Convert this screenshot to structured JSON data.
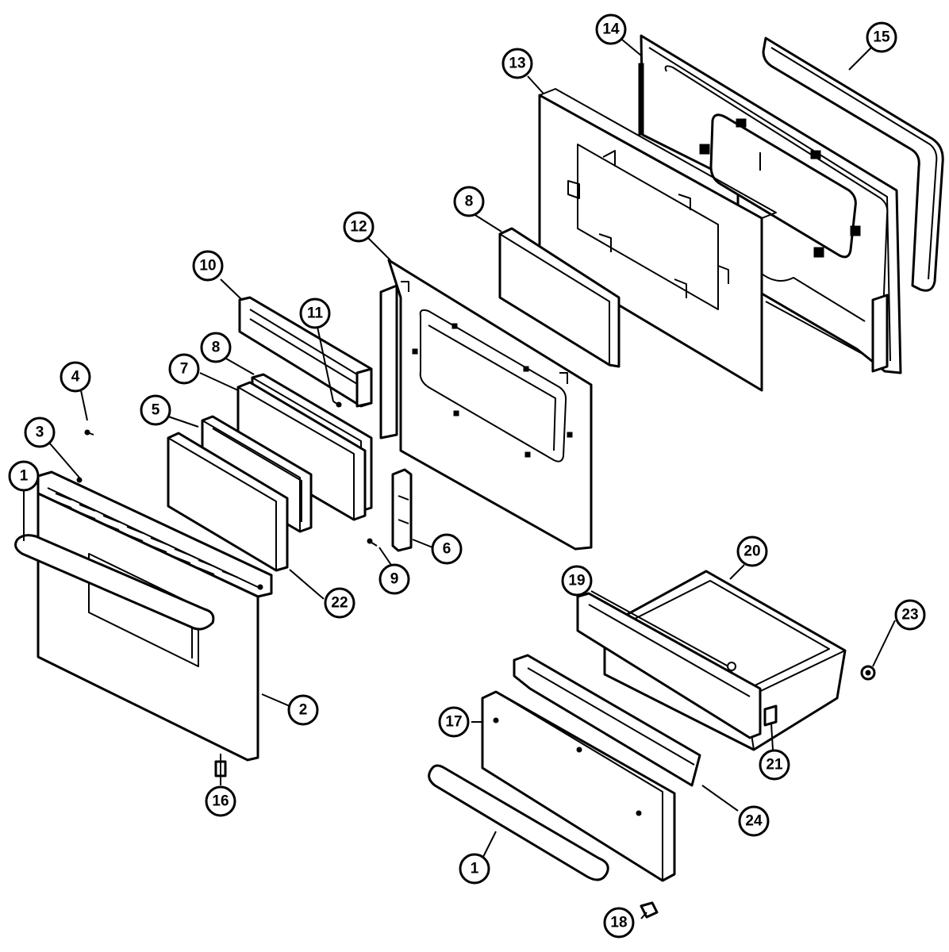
{
  "callouts": [
    {
      "id": "c1a",
      "label": "1"
    },
    {
      "id": "c1b",
      "label": "1"
    },
    {
      "id": "c2",
      "label": "2"
    },
    {
      "id": "c3",
      "label": "3"
    },
    {
      "id": "c4",
      "label": "4"
    },
    {
      "id": "c5",
      "label": "5"
    },
    {
      "id": "c6",
      "label": "6"
    },
    {
      "id": "c7",
      "label": "7"
    },
    {
      "id": "c8a",
      "label": "8"
    },
    {
      "id": "c8b",
      "label": "8"
    },
    {
      "id": "c9",
      "label": "9"
    },
    {
      "id": "c10",
      "label": "10"
    },
    {
      "id": "c11",
      "label": "11"
    },
    {
      "id": "c12",
      "label": "12"
    },
    {
      "id": "c13",
      "label": "13"
    },
    {
      "id": "c14",
      "label": "14"
    },
    {
      "id": "c15",
      "label": "15"
    },
    {
      "id": "c16",
      "label": "16"
    },
    {
      "id": "c17",
      "label": "17"
    },
    {
      "id": "c18",
      "label": "18"
    },
    {
      "id": "c19",
      "label": "19"
    },
    {
      "id": "c20",
      "label": "20"
    },
    {
      "id": "c21",
      "label": "21"
    },
    {
      "id": "c22",
      "label": "22"
    },
    {
      "id": "c23",
      "label": "23"
    },
    {
      "id": "c24",
      "label": "24"
    }
  ]
}
